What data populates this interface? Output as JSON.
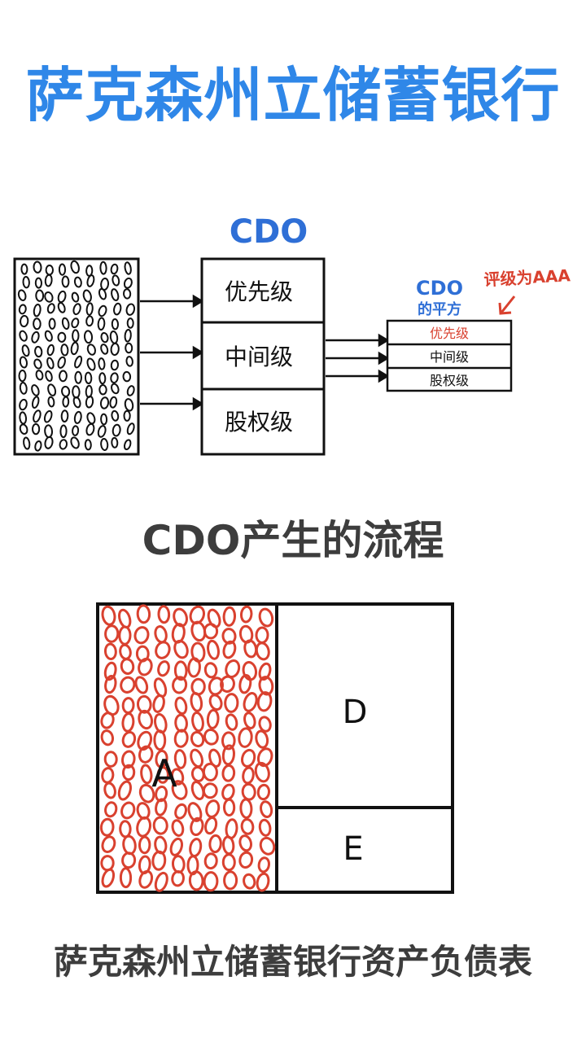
{
  "title": "萨克森州立储蓄银行",
  "top_diagram": {
    "cdo_label": "CDO",
    "tranches": [
      "优先级",
      "中间级",
      "股权级"
    ],
    "cdo_squared_label_line1": "CDO",
    "cdo_squared_label_line2": "的平方",
    "rating_note": "评级为AAA",
    "small_tranches": [
      "优先级",
      "中间级",
      "股权级"
    ],
    "colors": {
      "blue": "#2f6fd6",
      "red": "#d9412f",
      "ink": "#111111"
    }
  },
  "caption1": "CDO产生的流程",
  "bottom_diagram": {
    "asset_label": "A",
    "debt_label": "D",
    "equity_label": "E"
  },
  "caption2": "萨克森州立储蓄银行资产负债表"
}
